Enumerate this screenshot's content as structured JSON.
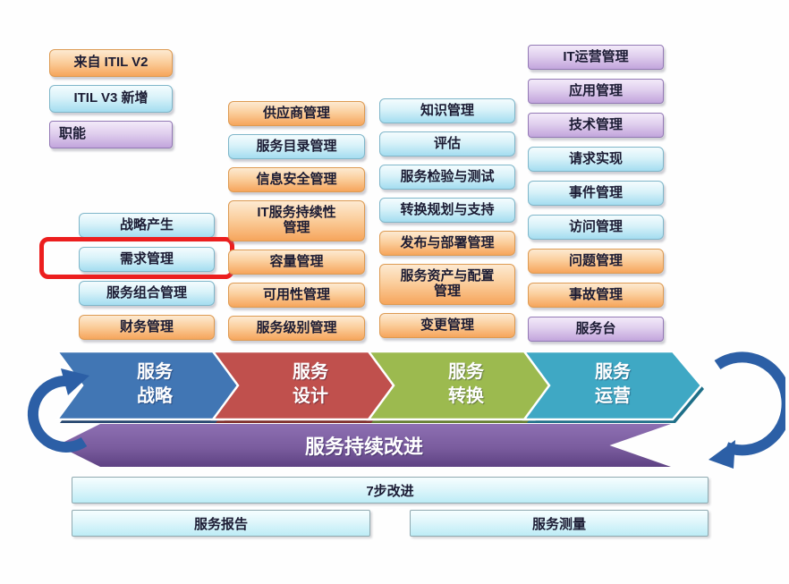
{
  "legend": {
    "items": [
      {
        "label": "来自 ITIL V2",
        "category": "from-itil-v2",
        "color": "#F6A55C"
      },
      {
        "label": "ITIL V3 新增",
        "category": "new-in-itil-v3",
        "color": "#A4DDF0"
      },
      {
        "label": "职能",
        "category": "function",
        "color": "#C2A5DC"
      }
    ]
  },
  "highlight": {
    "highlighted_process": "需求管理",
    "color": "#EC1E1E"
  },
  "columns": {
    "strategy": {
      "items": [
        {
          "label": "战略产生",
          "type": "blue"
        },
        {
          "label": "需求管理",
          "type": "blue",
          "highlighted": true
        },
        {
          "label": "服务组合管理",
          "type": "blue"
        },
        {
          "label": "财务管理",
          "type": "orange"
        }
      ]
    },
    "design": {
      "items": [
        {
          "label": "供应商管理",
          "type": "orange"
        },
        {
          "label": "服务目录管理",
          "type": "blue"
        },
        {
          "label": "信息安全管理",
          "type": "orange"
        },
        {
          "label": "IT服务持续性\n管理",
          "type": "orange"
        },
        {
          "label": "容量管理",
          "type": "orange"
        },
        {
          "label": "可用性管理",
          "type": "orange"
        },
        {
          "label": "服务级别管理",
          "type": "orange"
        }
      ]
    },
    "transition": {
      "items": [
        {
          "label": "知识管理",
          "type": "blue"
        },
        {
          "label": "评估",
          "type": "blue"
        },
        {
          "label": "服务检验与测试",
          "type": "blue"
        },
        {
          "label": "转换规划与支持",
          "type": "blue"
        },
        {
          "label": "发布与部署管理",
          "type": "orange"
        },
        {
          "label": "服务资产与配置\n管理",
          "type": "orange"
        },
        {
          "label": "变更管理",
          "type": "orange"
        }
      ]
    },
    "operation": {
      "items": [
        {
          "label": "IT运营管理",
          "type": "purple"
        },
        {
          "label": "应用管理",
          "type": "purple"
        },
        {
          "label": "技术管理",
          "type": "purple"
        },
        {
          "label": "请求实现",
          "type": "blue"
        },
        {
          "label": "事件管理",
          "type": "blue"
        },
        {
          "label": "访问管理",
          "type": "blue"
        },
        {
          "label": "问题管理",
          "type": "orange"
        },
        {
          "label": "事故管理",
          "type": "orange"
        },
        {
          "label": "服务台",
          "type": "purple"
        }
      ]
    }
  },
  "lifecycle": {
    "stages": [
      {
        "label": "服务\n战略",
        "color": "#4176B4"
      },
      {
        "label": "服务\n设计",
        "color": "#C0504D"
      },
      {
        "label": "服务\n转换",
        "color": "#9CBA4F"
      },
      {
        "label": "服务\n运营",
        "color": "#3FA8C4"
      }
    ],
    "csi": {
      "label": "服务持续改进",
      "color": "#7A5C9E"
    }
  },
  "csi_processes": {
    "items": [
      {
        "label": "7步改进"
      },
      {
        "label": "服务报告"
      },
      {
        "label": "服务测量"
      }
    ]
  }
}
